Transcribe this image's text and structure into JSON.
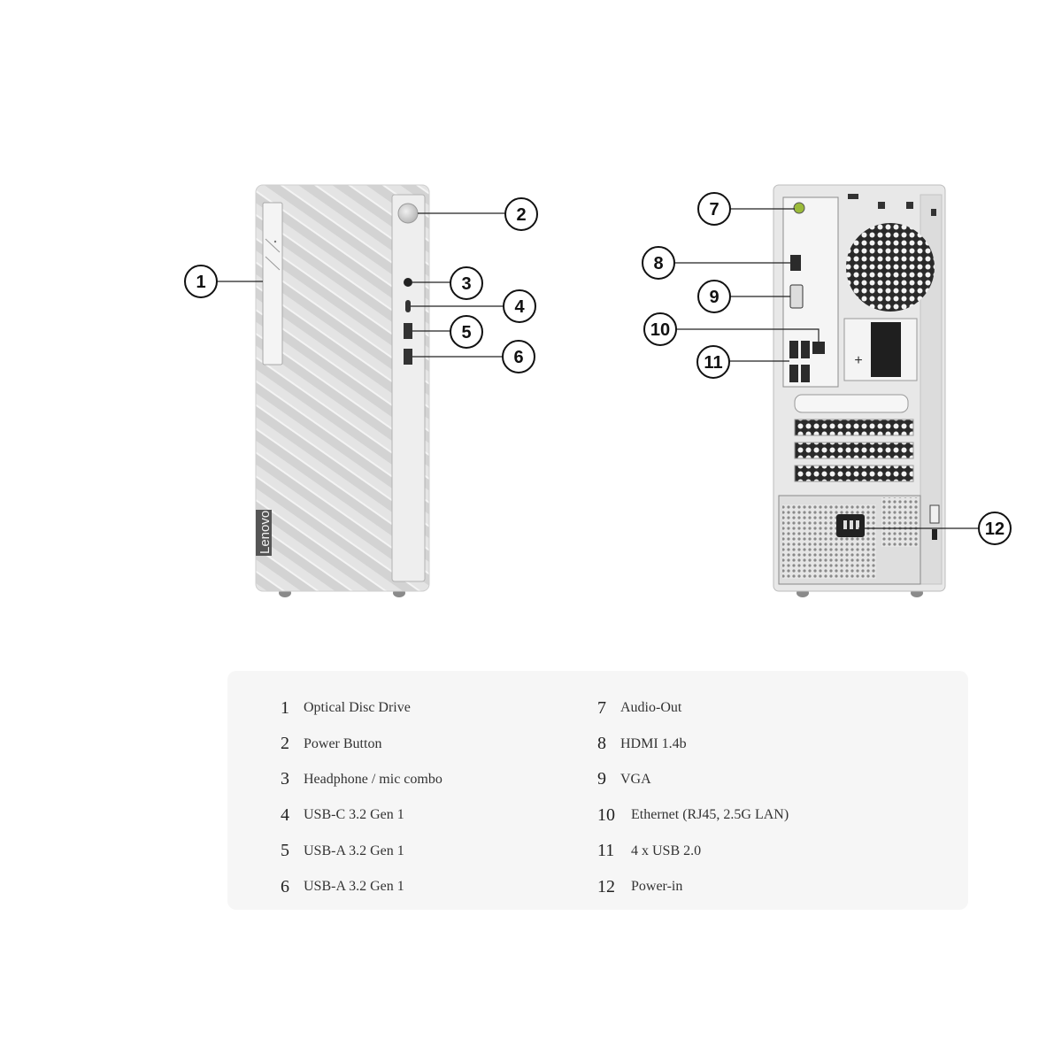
{
  "front_view": {
    "brand": "Lenovo",
    "callouts": [
      "1",
      "2",
      "3",
      "4",
      "5",
      "6"
    ]
  },
  "rear_view": {
    "callouts": [
      "7",
      "8",
      "9",
      "10",
      "11",
      "12"
    ]
  },
  "legend": {
    "left": [
      {
        "num": "1",
        "label": "Optical Disc Drive"
      },
      {
        "num": "2",
        "label": "Power Button"
      },
      {
        "num": "3",
        "label": "Headphone / mic combo"
      },
      {
        "num": "4",
        "label": "USB-C 3.2 Gen 1"
      },
      {
        "num": "5",
        "label": "USB-A 3.2 Gen 1"
      },
      {
        "num": "6",
        "label": "USB-A 3.2 Gen 1"
      }
    ],
    "right": [
      {
        "num": "7",
        "label": "Audio-Out"
      },
      {
        "num": "8",
        "label": "HDMI 1.4b"
      },
      {
        "num": "9",
        "label": "VGA"
      },
      {
        "num": "10",
        "label": "Ethernet (RJ45, 2.5G LAN)"
      },
      {
        "num": "11",
        "label": "4 x USB 2.0"
      },
      {
        "num": "12",
        "label": "Power-in"
      }
    ]
  }
}
